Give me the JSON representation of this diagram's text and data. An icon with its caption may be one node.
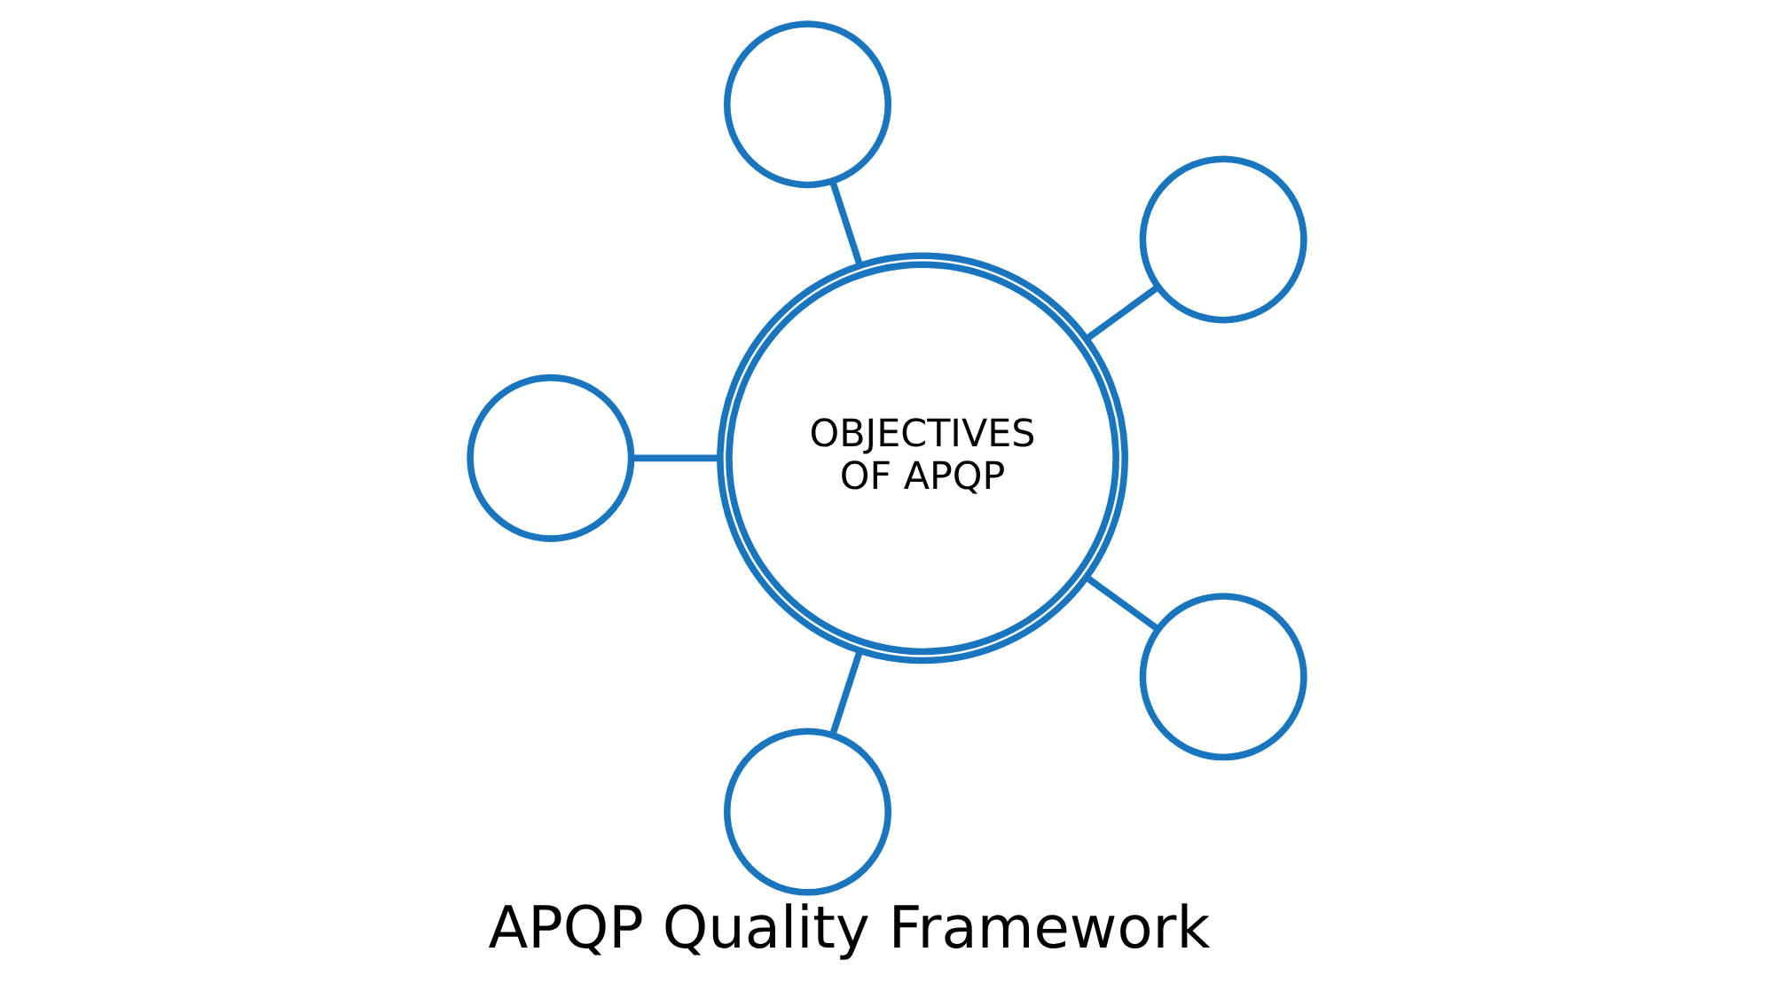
{
  "diagram": {
    "title": "APQP Quality Framework",
    "nodes": [
      {
        "text": [
          "OBJECTIVES OF APQP"
        ]
      },
      {
        "text": [],
        "shape": "circle"
      },
      {
        "text": [],
        "shape": "circle"
      },
      {
        "text": [],
        "shape": "circle"
      },
      {
        "text": [],
        "shape": "circle"
      },
      {
        "text": [],
        "shape": "circle"
      }
    ],
    "edges": [
      {
        "from": 0,
        "to": 1,
        "arrow": "none"
      },
      {
        "from": 0,
        "to": 2,
        "arrow": "none"
      },
      {
        "from": 0,
        "to": 3,
        "arrow": "none"
      },
      {
        "from": 0,
        "to": 4,
        "arrow": "none"
      },
      {
        "from": 0,
        "to": 5,
        "arrow": "none"
      }
    ]
  }
}
